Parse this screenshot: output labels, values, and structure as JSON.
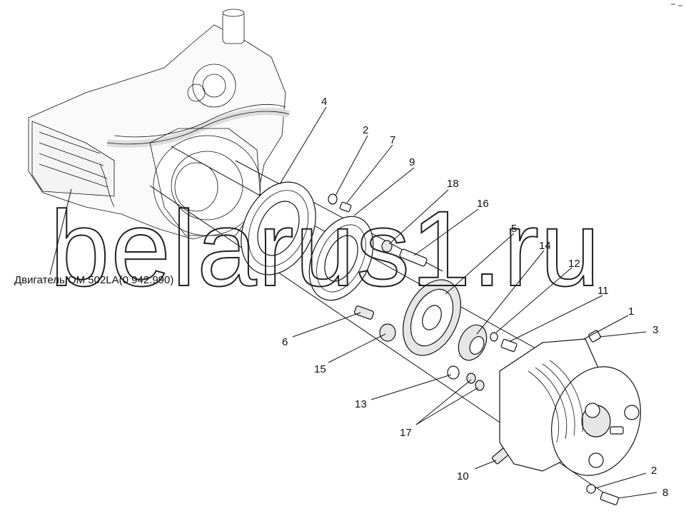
{
  "engine_caption": "Двигатель OM 502LA(0 942.990)",
  "watermark": "belarus1.ru",
  "callouts": [
    "4",
    "2",
    "7",
    "9",
    "18",
    "16",
    "5",
    "14",
    "12",
    "11",
    "1",
    "3",
    "6",
    "15",
    "13",
    "17",
    "10",
    "2",
    "8"
  ]
}
